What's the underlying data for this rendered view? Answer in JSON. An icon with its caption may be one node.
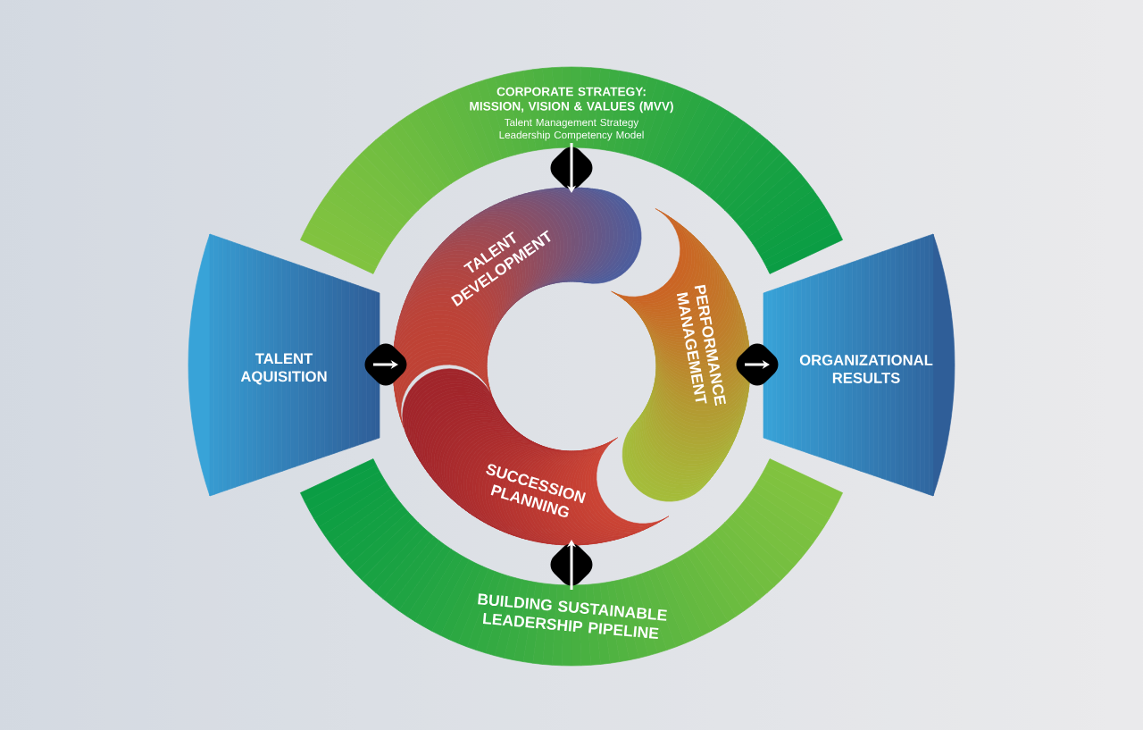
{
  "diagram": {
    "nodes": [
      {
        "text": [
          "CORPORATE STRATEGY: MISSION, VISION & VALUES (MVV)",
          "Talent Management Strategy",
          "Leadership Competency Model"
        ]
      },
      {
        "text": [
          "TALENT AQUISITION"
        ]
      },
      {
        "text": [
          "TALENT DEVELOPMENT"
        ]
      },
      {
        "text": [
          "PERFORMANCE MANAGEMENT"
        ]
      },
      {
        "text": [
          "SUCCESSION PLANNING"
        ]
      },
      {
        "text": [
          "ORGANIZATIONAL RESULTS"
        ]
      },
      {
        "text": [
          "BUILDING SUSTAINABLE LEADERSHIP PIPELINE"
        ]
      }
    ],
    "edges": [
      {
        "from": 0,
        "to": 2,
        "arrow": "to"
      },
      {
        "from": 1,
        "to": 2,
        "arrow": "to"
      },
      {
        "from": 3,
        "to": 5,
        "arrow": "to"
      },
      {
        "from": 6,
        "to": 4,
        "arrow": "to"
      }
    ]
  }
}
